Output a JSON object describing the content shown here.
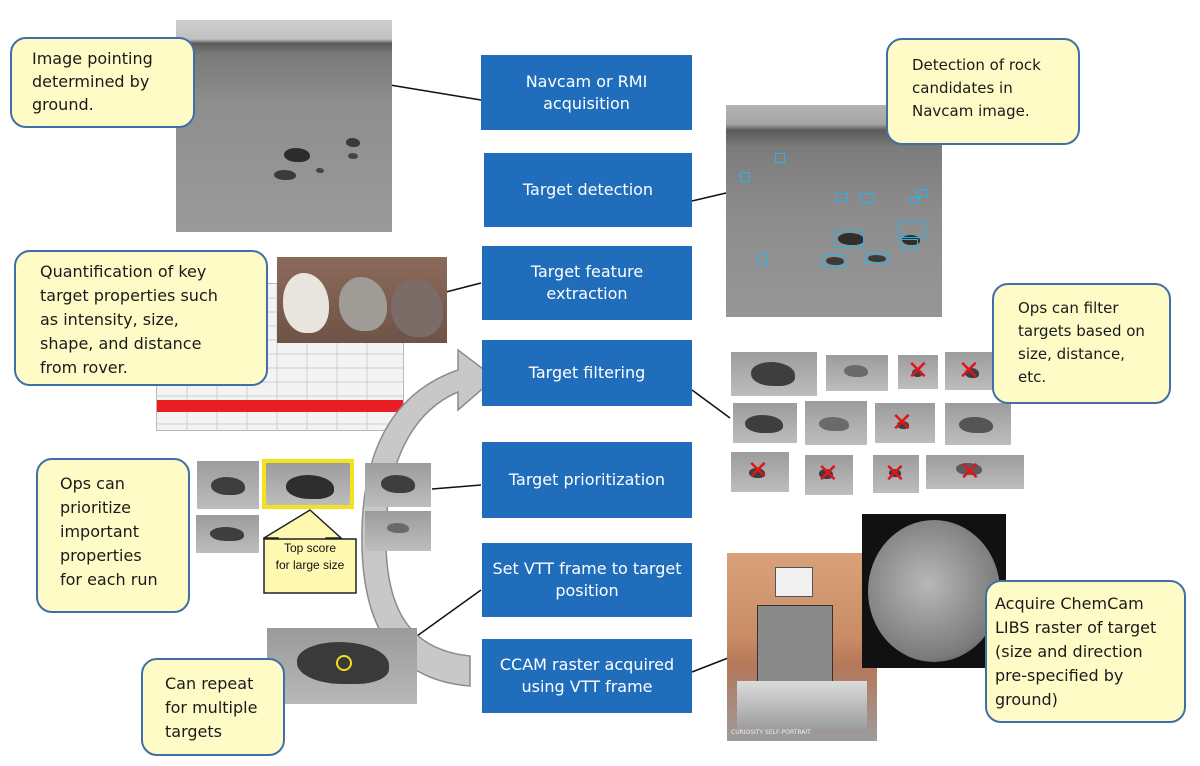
{
  "steps": [
    "Navcam or RMI acquisition",
    "Target detection",
    "Target feature extraction",
    "Target filtering",
    "Target prioritization",
    "Set VTT frame to target position",
    "CCAM raster acquired using VTT frame"
  ],
  "notes": {
    "pointing": [
      "Image pointing",
      "determined by",
      "ground."
    ],
    "detection": [
      "Detection of rock",
      "candidates in",
      "Navcam image."
    ],
    "quantification": [
      "Quantification of key",
      "target properties such",
      "as intensity, size,",
      "shape, and distance",
      "from rover."
    ],
    "filter": [
      "Ops can filter",
      "targets based on",
      "size, distance,",
      "etc."
    ],
    "prioritize": [
      "Ops can",
      "prioritize",
      "important",
      "properties",
      "for each run"
    ],
    "repeat": [
      "Can repeat",
      "for multiple",
      "targets"
    ],
    "acquire": [
      "Acquire ChemCam",
      "LIBS raster of target",
      "(size and direction",
      "pre-specified by",
      "ground)"
    ],
    "top_score": [
      "Top score",
      "for large size"
    ]
  },
  "portrait_caption": "CURIOSITY SELF-PORTRAIT",
  "colors": {
    "step_fill": "#1f6dbb",
    "note_fill": "#fffbc6",
    "note_border": "#3f6fa6",
    "highlight": "#f4e21c",
    "reject_mark": "#e0151b",
    "detection_box": "#2ab3e6"
  },
  "icons": {
    "cycle_arrow": "curved-loop-arrow-icon",
    "highlight_arrow": "up-arrow-icon",
    "reject": "x-mark-icon",
    "target_marker": "circle-marker-icon"
  }
}
